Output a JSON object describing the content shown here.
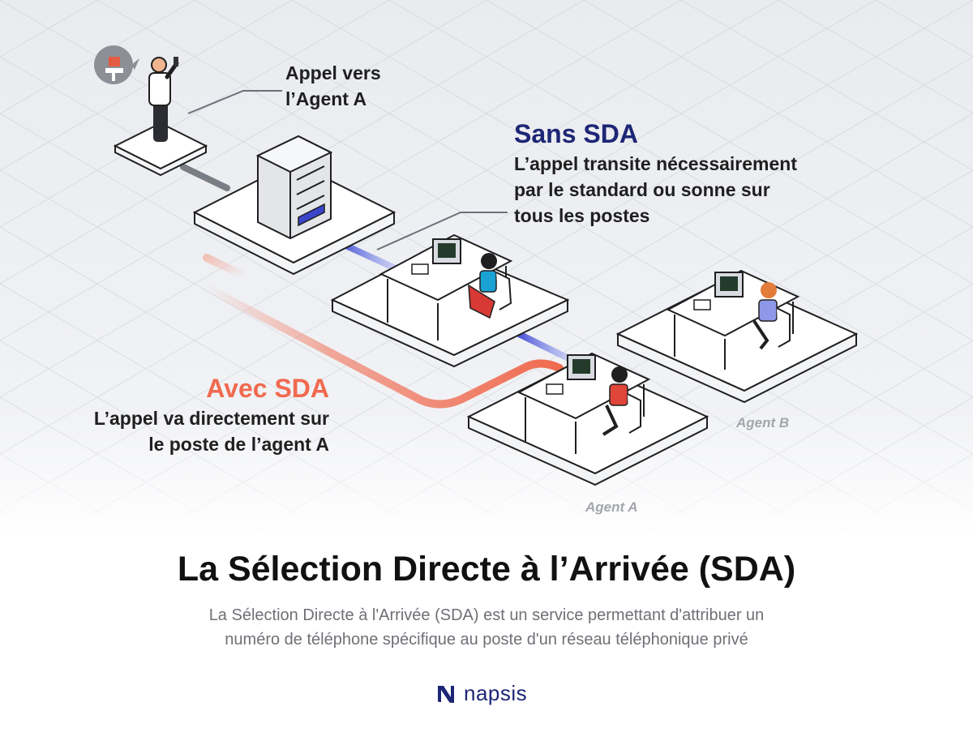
{
  "callouts": {
    "caller": {
      "line1": "Appel vers",
      "line2": "l’Agent A"
    },
    "sans_sda": {
      "headline": "Sans SDA",
      "line1": "L’appel transite nécessairement",
      "line2": "par le standard ou sonne sur",
      "line3": "tous les postes"
    },
    "avec_sda": {
      "headline": "Avec SDA",
      "line1": "L’appel va directement sur",
      "line2": "le poste de l’agent A"
    }
  },
  "agents": {
    "a": "Agent A",
    "b": "Agent B"
  },
  "footer": {
    "title": "La Sélection Directe à l’Arrivée (SDA)",
    "subtitle_line1": "La Sélection Directe à l'Arrivée (SDA) est un service permettant d'attribuer un",
    "subtitle_line2": "numéro de téléphone spécifique au poste d'un réseau téléphonique privé",
    "brand": "napsis"
  },
  "colors": {
    "navy": "#1d2675",
    "coral": "#f06a4f",
    "blue_link": "#4a55d6",
    "grid_line": "#d9dce2",
    "text_dark": "#1f1f1f",
    "text_grey": "#6e7076",
    "label_grey": "#a3a6ac"
  },
  "icons": [
    "phone-person-icon",
    "switchboard-server-icon",
    "desk-workstation-icon",
    "office-chair-icon",
    "napsis-logo-icon"
  ]
}
